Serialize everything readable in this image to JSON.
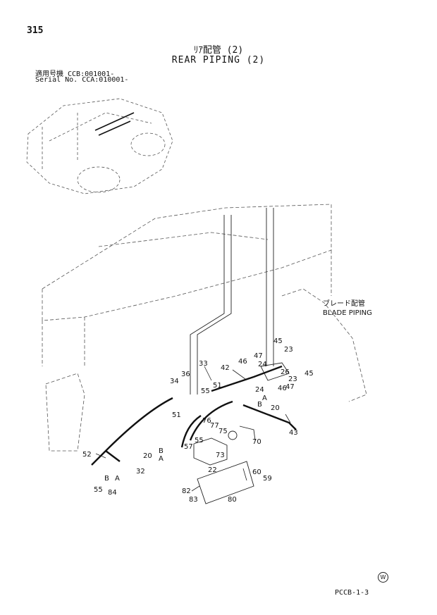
{
  "header": {
    "page_number": "315",
    "title_jp": "ﾘｱ配管 (2)",
    "title_en": "REAR PIPING (2)",
    "serial_line_1": "適用号機  CCB:001001-",
    "serial_line_2": "Serial No. CCA:010001-"
  },
  "blade_label": {
    "jp": "ブレード配管",
    "en": "BLADE PIPING"
  },
  "part_labels": [
    {
      "id": "l45a",
      "text": "45"
    },
    {
      "id": "l23a",
      "text": "23"
    },
    {
      "id": "l47a",
      "text": "47"
    },
    {
      "id": "l24a",
      "text": "24"
    },
    {
      "id": "l46a",
      "text": "46"
    },
    {
      "id": "l42",
      "text": "42"
    },
    {
      "id": "l33",
      "text": "33"
    },
    {
      "id": "l36",
      "text": "36"
    },
    {
      "id": "l34",
      "text": "34"
    },
    {
      "id": "l26",
      "text": "26"
    },
    {
      "id": "l45b",
      "text": "45"
    },
    {
      "id": "l23b",
      "text": "23"
    },
    {
      "id": "l47b",
      "text": "47"
    },
    {
      "id": "l46b",
      "text": "46"
    },
    {
      "id": "l24b",
      "text": "24"
    },
    {
      "id": "l55a",
      "text": "55"
    },
    {
      "id": "l51a",
      "text": "51"
    },
    {
      "id": "l51b",
      "text": "51"
    },
    {
      "id": "lA1",
      "text": "A"
    },
    {
      "id": "lB1",
      "text": "B"
    },
    {
      "id": "l20a",
      "text": "20"
    },
    {
      "id": "l43",
      "text": "43"
    },
    {
      "id": "l76",
      "text": "76"
    },
    {
      "id": "l77",
      "text": "77"
    },
    {
      "id": "l75",
      "text": "75"
    },
    {
      "id": "l70",
      "text": "70"
    },
    {
      "id": "l55b",
      "text": "55"
    },
    {
      "id": "l57",
      "text": "57"
    },
    {
      "id": "l73",
      "text": "73"
    },
    {
      "id": "l20b",
      "text": "20"
    },
    {
      "id": "lB2",
      "text": "B"
    },
    {
      "id": "lA2",
      "text": "A"
    },
    {
      "id": "l22",
      "text": "22"
    },
    {
      "id": "l60",
      "text": "60"
    },
    {
      "id": "l59",
      "text": "59"
    },
    {
      "id": "l82",
      "text": "82"
    },
    {
      "id": "l83",
      "text": "83"
    },
    {
      "id": "l80",
      "text": "80"
    },
    {
      "id": "l52",
      "text": "52"
    },
    {
      "id": "l32",
      "text": "32"
    },
    {
      "id": "lB3",
      "text": "B"
    },
    {
      "id": "lA3",
      "text": "A"
    },
    {
      "id": "l55c",
      "text": "55"
    },
    {
      "id": "l84",
      "text": "84"
    }
  ],
  "footer": {
    "code": "PCCB-1-3",
    "watermark": "W"
  }
}
